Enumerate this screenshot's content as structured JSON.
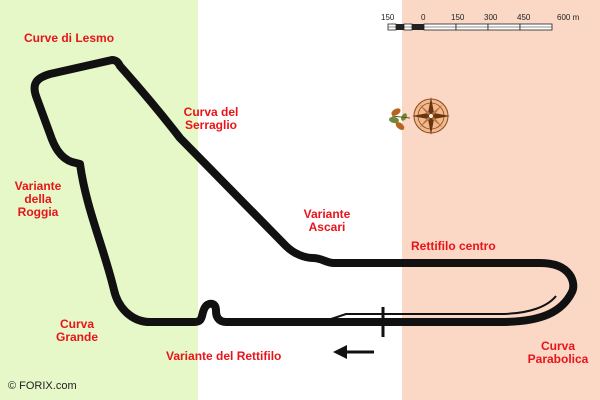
{
  "map": {
    "colors": {
      "band_left": "#e6f7c8",
      "band_middle": "#ffffff",
      "band_right": "#fbd7c6",
      "track": "#111111",
      "labels": "#e8141a"
    },
    "labels": {
      "curve_di_lesmo": "Curve di Lesmo",
      "curva_del_serraglio_1": "Curva del",
      "curva_del_serraglio_2": "Serraglio",
      "variante_della_roggia_1": "Variante",
      "variante_della_roggia_2": "della",
      "variante_della_roggia_3": "Roggia",
      "variante_ascari_1": "Variante",
      "variante_ascari_2": "Ascari",
      "rettifilo_centro": "Rettifilo centro",
      "curva_grande_1": "Curva",
      "curva_grande_2": "Grande",
      "variante_del_rettifilo": "Variante del Rettifilo",
      "curva_parabolica_1": "Curva",
      "curva_parabolica_2": "Parabolica"
    },
    "scale_bar": {
      "ticks": [
        "150",
        "0",
        "150",
        "300",
        "450",
        "600 m"
      ]
    },
    "copyright": "© FORIX.com",
    "icons": [
      "compass-rose-icon",
      "direction-arrow-icon",
      "start-finish-line"
    ]
  }
}
